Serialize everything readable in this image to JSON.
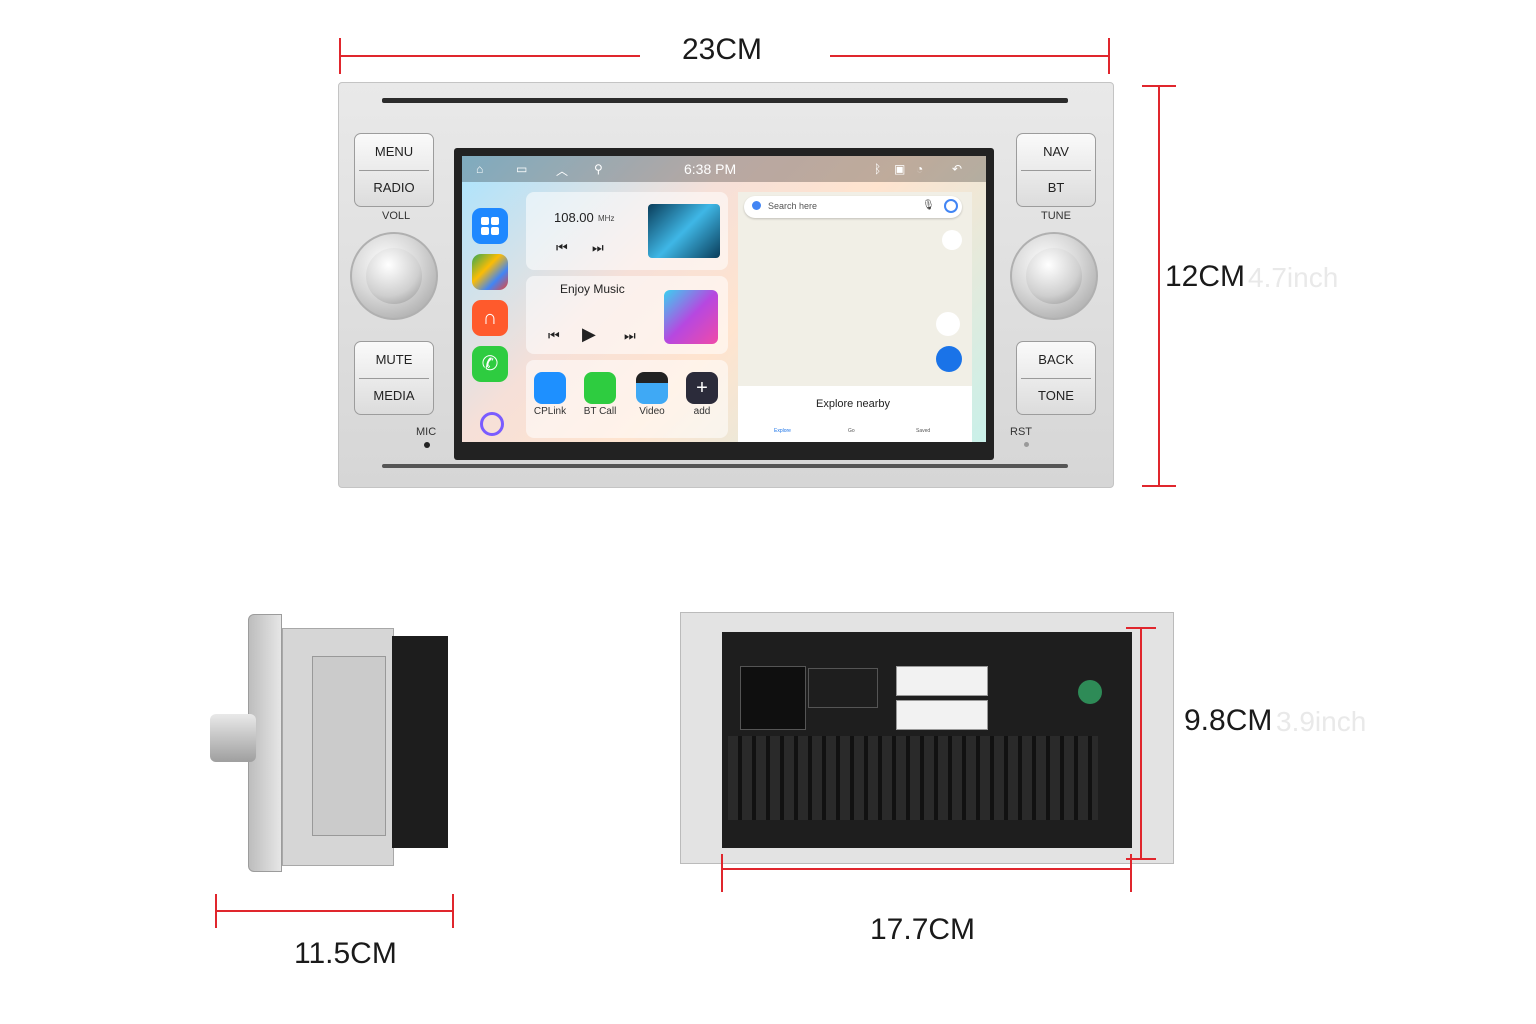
{
  "dimensions": {
    "width_label": "23CM",
    "height_label": "12CM",
    "height_inch_ghost": "4.7inch",
    "depth_label": "11.5CM",
    "rear_width_label": "17.7CM",
    "rear_height_label": "9.8CM",
    "rear_height_inch_ghost": "3.9inch"
  },
  "colors": {
    "dimension_line": "#e0262d",
    "unit_silver": "#d9d9d9",
    "screen_bezel": "#222222"
  },
  "front_panel": {
    "left_top_button": {
      "top": "MENU",
      "bottom": "RADIO"
    },
    "left_knob_label": "VOLL",
    "left_bottom_button": {
      "top": "MUTE",
      "bottom": "MEDIA"
    },
    "mic_label": "MIC",
    "right_top_button": {
      "top": "NAV",
      "bottom": "BT"
    },
    "right_knob_label": "TUNE",
    "right_bottom_button": {
      "top": "BACK",
      "bottom": "TONE"
    },
    "rst_label": "RST"
  },
  "screen": {
    "time": "6:38 PM",
    "status_icons": [
      "home-icon",
      "recent-apps-icon",
      "chevron-up-icon",
      "usb-icon",
      "bluetooth-icon",
      "carplay-icon",
      "wifi-icon",
      "back-arrow-icon"
    ],
    "dock_icons": [
      "apps-grid-icon",
      "maps-icon",
      "music-headphones-icon",
      "phone-icon",
      "assistant-circle-icon"
    ],
    "radio": {
      "frequency": "108.00",
      "unit": "MHz"
    },
    "music": {
      "title": "Enjoy Music"
    },
    "apps": [
      {
        "label": "CPLink",
        "icon": "cplink-icon",
        "color": "#1e90ff"
      },
      {
        "label": "BT Call",
        "icon": "phone-icon",
        "color": "#2ecc40"
      },
      {
        "label": "Video",
        "icon": "clapperboard-icon",
        "color": "#333333"
      },
      {
        "label": "add",
        "icon": "plus-icon",
        "color": "#2b2b3a"
      }
    ],
    "map": {
      "search_placeholder": "Search here",
      "explore": "Explore nearby",
      "tabs": [
        "Explore",
        "Go",
        "Saved"
      ]
    }
  }
}
